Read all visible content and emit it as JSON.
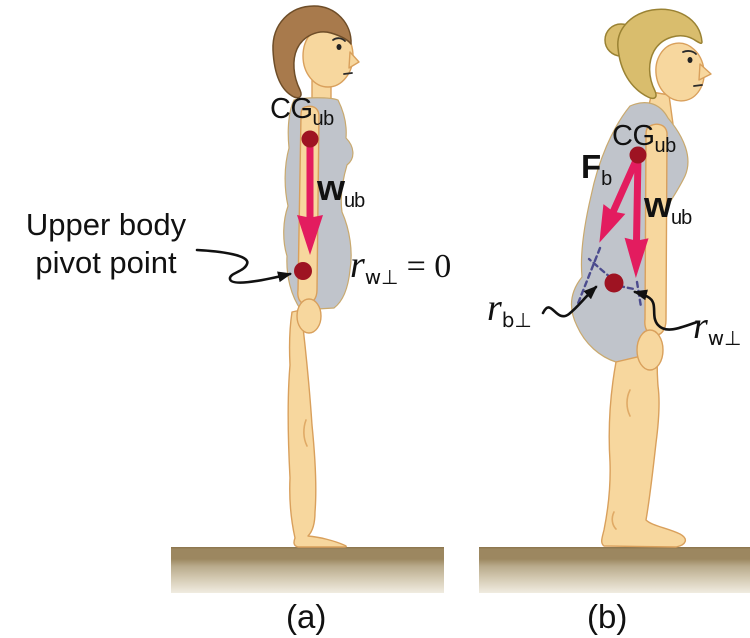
{
  "colors": {
    "vector_red": "#e31c5f",
    "point_dark_red": "#9e1322",
    "dashed_purple": "#4c4c8e",
    "skin": "#f7d79e",
    "hair_brown": "#a87a4c",
    "hair_blonde": "#d9bd6d",
    "shirt_gray": "#c0c4cb",
    "ground_brown": "#9c8760",
    "ground_fade": "#f0ece1",
    "text": "#111111"
  },
  "figure_a": {
    "caption": "(a)",
    "cg": {
      "main": "CG",
      "sub": "ub"
    },
    "weight": {
      "main": "w",
      "sub": "ub"
    },
    "pivot_note": {
      "line1": "Upper body",
      "line2": "pivot point"
    },
    "lever": {
      "main": "r",
      "sub": "w⊥",
      "equals": "= 0"
    }
  },
  "figure_b": {
    "caption": "(b)",
    "cg": {
      "main": "CG",
      "sub": "ub"
    },
    "muscle_force": {
      "main": "F",
      "sub": "b"
    },
    "weight": {
      "main": "w",
      "sub": "ub"
    },
    "lever_back": {
      "main": "r",
      "sub": "b⊥"
    },
    "lever_weight": {
      "main": "r",
      "sub": "w⊥"
    }
  }
}
